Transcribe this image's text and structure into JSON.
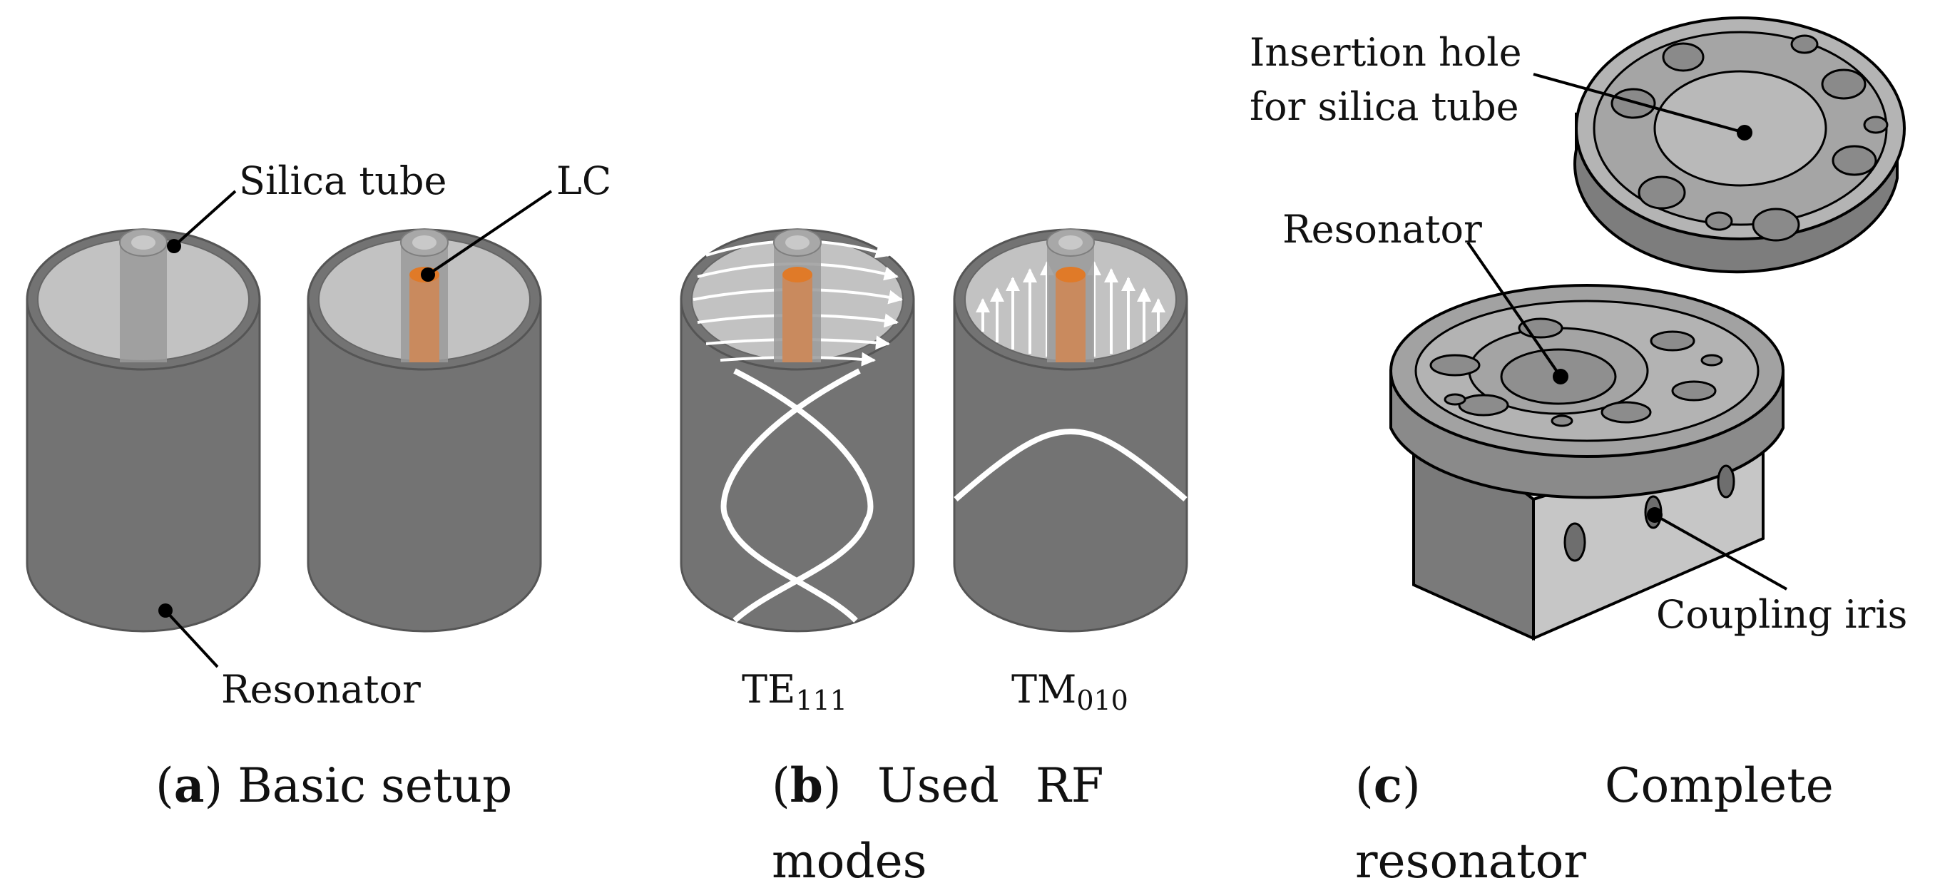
{
  "panel_a": {
    "label_silica_tube": "Silica tube",
    "label_lc": "LC",
    "label_resonator": "Resonator",
    "caption_letter": "a",
    "caption_text": "Basic setup"
  },
  "panel_b": {
    "mode_te_base": "TE",
    "mode_te_sub": "111",
    "mode_tm_base": "TM",
    "mode_tm_sub": "010",
    "caption_letter": "b",
    "caption_word_1": "Used",
    "caption_word_2": "RF",
    "caption_word_3": "modes"
  },
  "panel_c": {
    "label_insertion_line1": "Insertion hole",
    "label_insertion_line2": "for silica tube",
    "label_resonator": "Resonator",
    "label_coupling_iris": "Coupling iris",
    "caption_letter": "c",
    "caption_word_1": "Complete",
    "caption_word_2": "resonator"
  },
  "colors": {
    "cavity_wall": "#737373",
    "cavity_interior": "#c2c2c2",
    "silica_tube": "#9a9a9a",
    "lc": "#d98a4a",
    "field_lines": "#ffffff",
    "hardware": "#8e8e8e",
    "hardware_light": "#bdbdbd"
  }
}
